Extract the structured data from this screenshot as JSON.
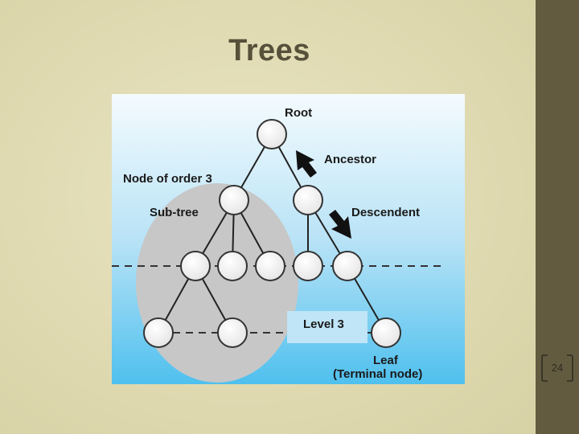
{
  "slide": {
    "title": "Trees",
    "page_number": "24"
  },
  "diagram": {
    "labels": {
      "root": "Root",
      "ancestor": "Ancestor",
      "node_of_order": "Node of order 3",
      "sub_tree": "Sub-tree",
      "descendent": "Descendent",
      "level": "Level 3",
      "leaf": "Leaf",
      "terminal_node": "(Terminal node)"
    }
  }
}
